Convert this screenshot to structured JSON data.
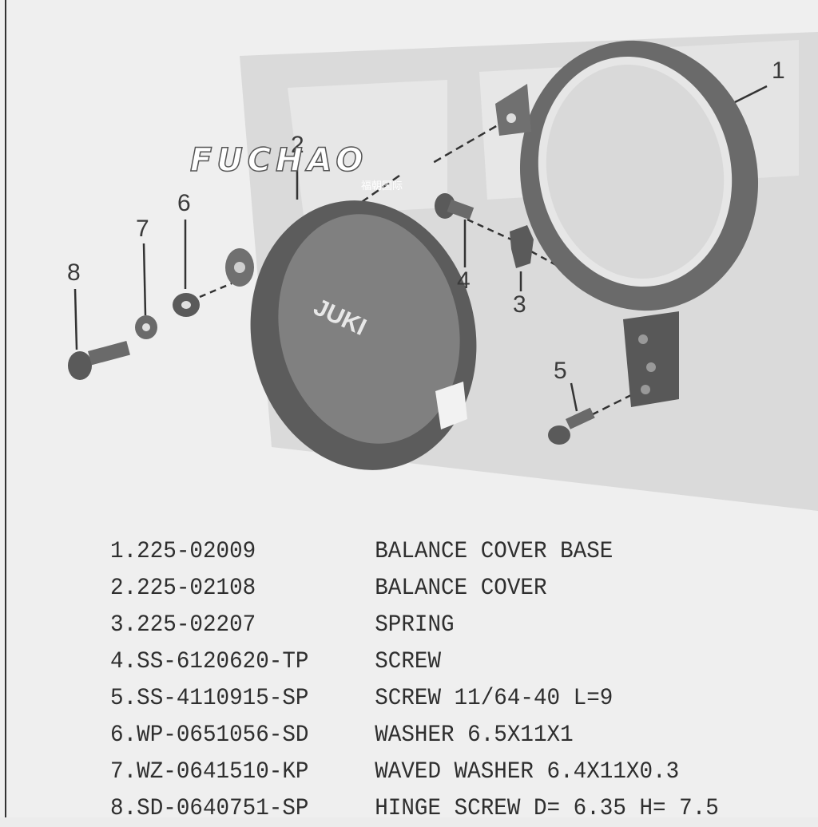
{
  "watermark": {
    "brand": "FUCHAO",
    "subtitle": "福朝国际"
  },
  "callouts": [
    "1",
    "2",
    "3",
    "4",
    "5",
    "6",
    "7",
    "8"
  ],
  "cover_logo": "JUKI",
  "parts": [
    {
      "index": "1.",
      "number": "225-02009",
      "description": "BALANCE COVER BASE"
    },
    {
      "index": "2.",
      "number": "225-02108",
      "description": "BALANCE COVER"
    },
    {
      "index": "3.",
      "number": "225-02207",
      "description": "SPRING"
    },
    {
      "index": "4.",
      "number": "SS-6120620-TP",
      "description": "SCREW"
    },
    {
      "index": "5.",
      "number": "SS-4110915-SP",
      "description": "SCREW 11/64-40 L=9"
    },
    {
      "index": "6.",
      "number": "WP-0651056-SD",
      "description": "WASHER 6.5X11X1"
    },
    {
      "index": "7.",
      "number": "WZ-0641510-KP",
      "description": "WAVED WASHER 6.4X11X0.3"
    },
    {
      "index": "8.",
      "number": "SD-0640751-SP",
      "description": "HINGE SCREW D= 6.35 H= 7.5"
    }
  ]
}
